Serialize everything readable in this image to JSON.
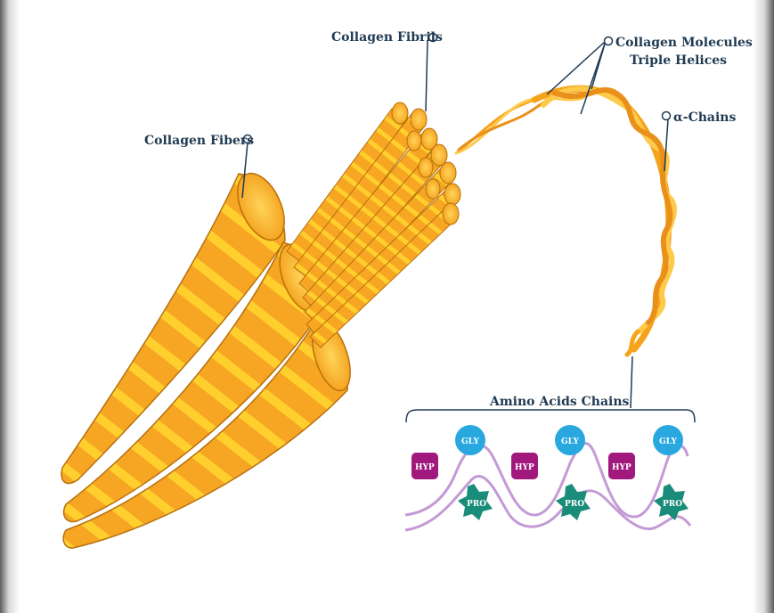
{
  "labels": {
    "collagen_fibrils": "Collagen Fibrils",
    "collagen_molecules_line1": "Collagen Molecules",
    "collagen_molecules_line2": "Triple Helices",
    "alpha_chains": "α-Chains",
    "collagen_fibers": "Collagen Fibers",
    "amino_acids_chains": "Amino Acids Chains"
  },
  "amino_acids": {
    "units": [
      {
        "gly": "GLY",
        "hyp": "HYP",
        "pro": "PRO"
      },
      {
        "gly": "GLY",
        "hyp": "HYP",
        "pro": "PRO"
      },
      {
        "gly": "GLY",
        "hyp": "HYP",
        "pro": "PRO"
      }
    ]
  },
  "colors": {
    "label_text": "#1f3a52",
    "fiber_fill": "#f6a623",
    "fiber_stripe": "#ffcf2e",
    "fiber_outline": "#b8700c",
    "helix": "#f5a31a",
    "gly": "#29a8e0",
    "hyp": "#a1197d",
    "pro": "#1a8c7a",
    "chain_line": "#c39ad6"
  }
}
